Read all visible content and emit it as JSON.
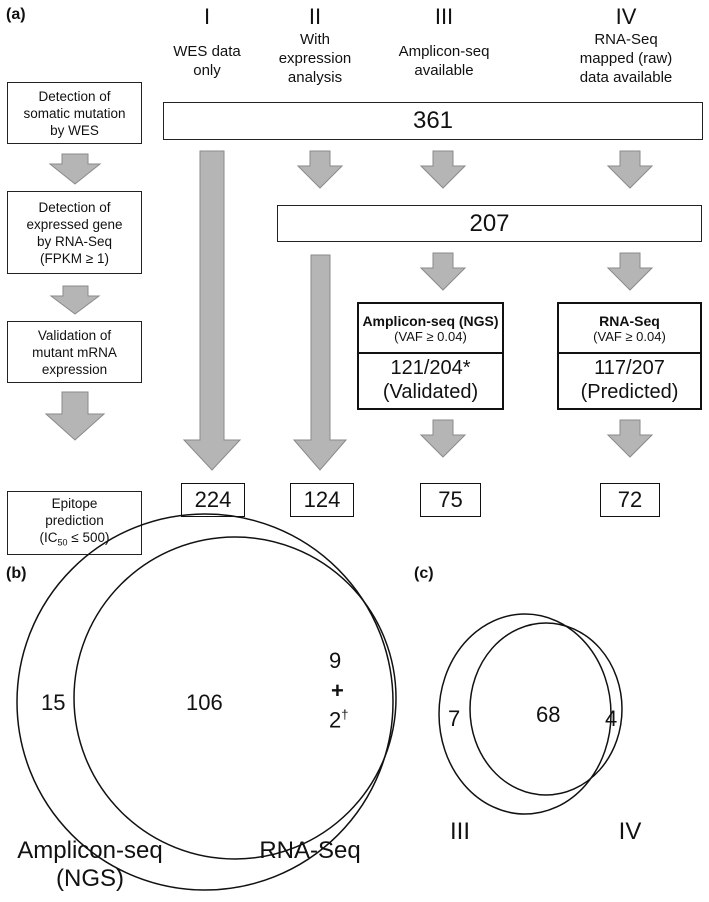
{
  "panel_a": {
    "label": "(a)",
    "columns": [
      {
        "roman": "I",
        "header": "WES data\nonly"
      },
      {
        "roman": "II",
        "header": "With\nexpression\nanalysis"
      },
      {
        "roman": "III",
        "header": "Amplicon-seq\navailable"
      },
      {
        "roman": "IV",
        "header": "RNA-Seq\nmapped (raw)\ndata available"
      }
    ],
    "steps": [
      "Detection of\nsomatic mutation\nby WES",
      "Detection of\nexpressed gene\nby RNA-Seq\n(FPKM ≥ 1)",
      "Validation of\nmutant mRNA\nexpression"
    ],
    "epitope": {
      "line1": "Epitope",
      "line2": "prediction",
      "line3_pre": "(IC",
      "line3_sub": "50",
      "line3_post": " ≤ 500)"
    },
    "total_361": "361",
    "total_207": "207",
    "amplicon": {
      "title": "Amplicon-seq (NGS)",
      "criterion": "(VAF ≥ 0.04)",
      "value": "121/204*",
      "status": "(Validated)"
    },
    "rnaseq": {
      "title": "RNA-Seq",
      "criterion": "(VAF ≥ 0.04)",
      "value": "117/207",
      "status": "(Predicted)"
    },
    "finals": [
      "224",
      "124",
      "75",
      "72"
    ]
  },
  "panel_b": {
    "label": "(b)",
    "left_only": "15",
    "overlap": "106",
    "right_only_a": "9",
    "plus": "+",
    "right_only_b": "2",
    "dagger": "†",
    "left_label": "Amplicon-seq\n(NGS)",
    "right_label": "RNA-Seq"
  },
  "panel_c": {
    "label": "(c)",
    "left_only": "7",
    "overlap": "68",
    "right_only": "4",
    "left_label": "III",
    "right_label": "IV"
  },
  "colors": {
    "arrow_fill": "#b5b5b5",
    "arrow_stroke": "#8a8a8a",
    "line": "#111111"
  }
}
